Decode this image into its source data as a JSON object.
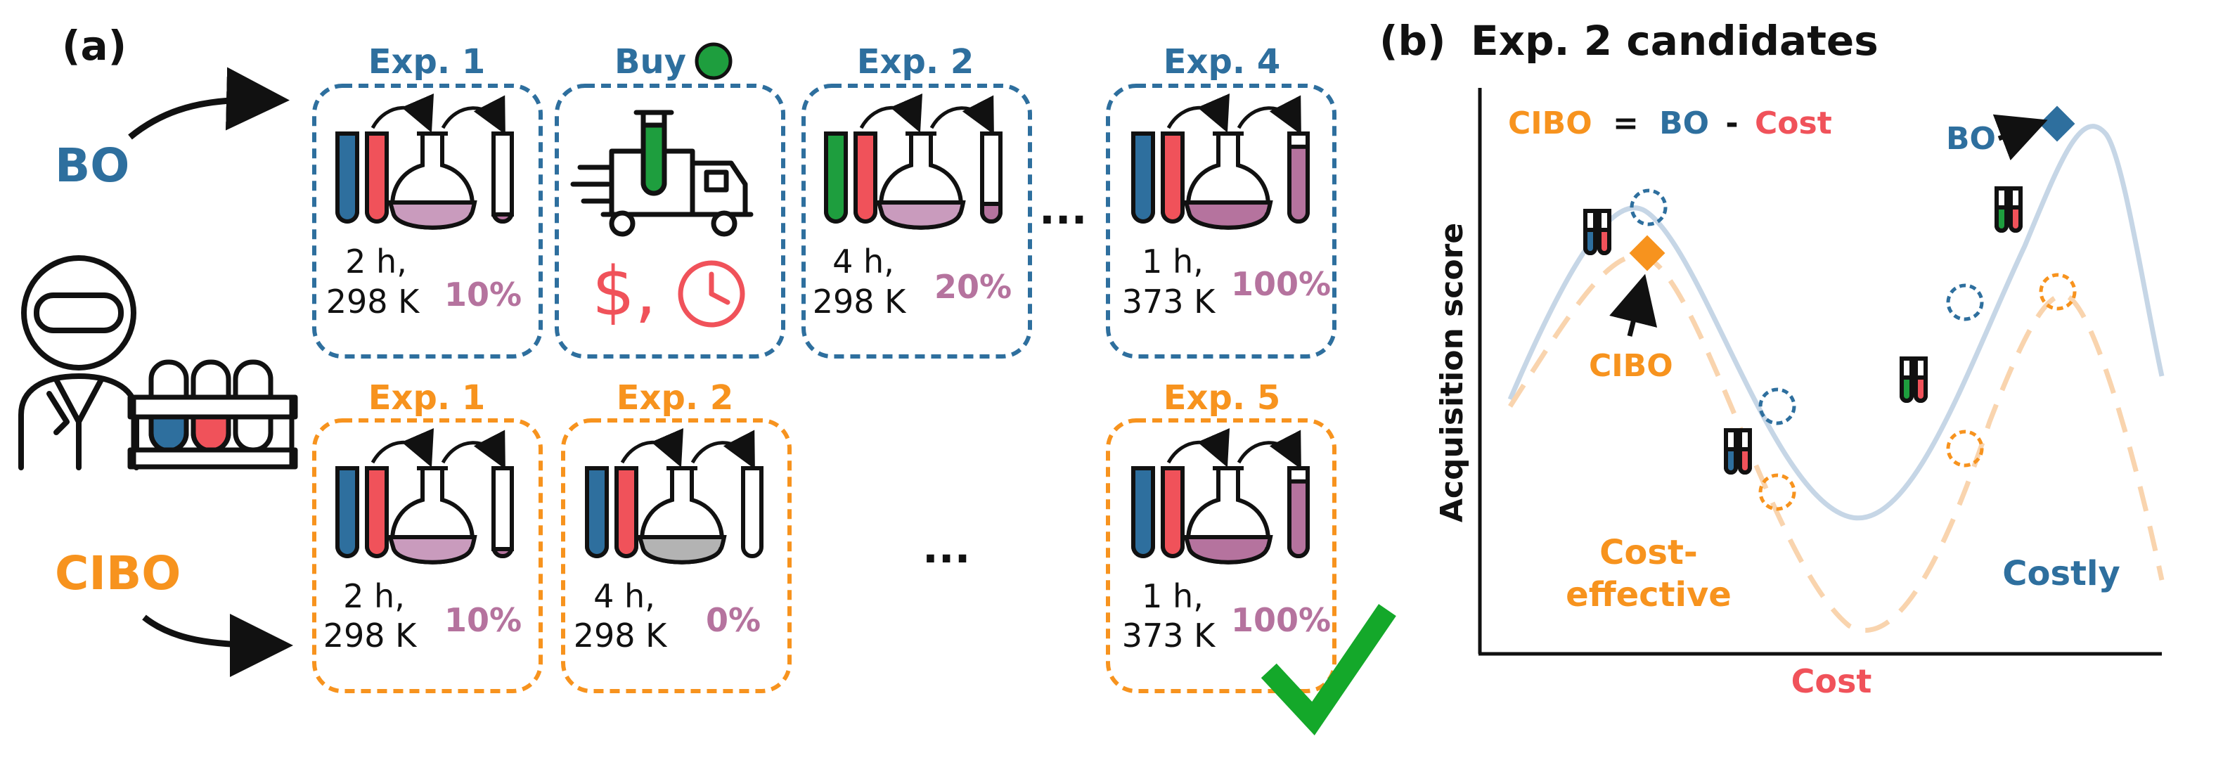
{
  "panel_a": {
    "label": "(a)",
    "bo_label": "BO",
    "cibo_label": "CIBO",
    "ellipsis": "...",
    "top_row": [
      {
        "title": "Exp. 1",
        "time": "2 h,",
        "temp": "298 K",
        "yield": "10%"
      },
      {
        "title": "Buy",
        "symbols": "$,"
      },
      {
        "title": "Exp. 2",
        "time": "4 h,",
        "temp": "298 K",
        "yield": "20%"
      },
      {
        "title": "Exp. 4",
        "time": "1 h,",
        "temp": "373 K",
        "yield": "100%"
      }
    ],
    "bottom_row": [
      {
        "title": "Exp. 1",
        "time": "2 h,",
        "temp": "298 K",
        "yield": "10%"
      },
      {
        "title": "Exp. 2",
        "time": "4 h,",
        "temp": "298 K",
        "yield": "0%"
      },
      {
        "title": "Exp. 5",
        "time": "1 h,",
        "temp": "373 K",
        "yield": "100%"
      }
    ]
  },
  "panel_b": {
    "label": "(b)",
    "title": "Exp. 2 candidates",
    "formula": {
      "cibo": "CIBO",
      "eq": "=",
      "bo": "BO",
      "minus": "-",
      "cost": "Cost"
    },
    "ylabel": "Acquisition score",
    "xlabel": "Cost",
    "annot_bo": "BO",
    "annot_cibo": "CIBO",
    "cost_effective_1": "Cost-",
    "cost_effective_2": "effective",
    "costly": "Costly"
  },
  "colors": {
    "blue": "#2e6f9e",
    "orange": "#f7931e",
    "red": "#f0525a",
    "green": "#1e9e3e",
    "purple": "#b5739e",
    "check_green": "#14a82a"
  }
}
